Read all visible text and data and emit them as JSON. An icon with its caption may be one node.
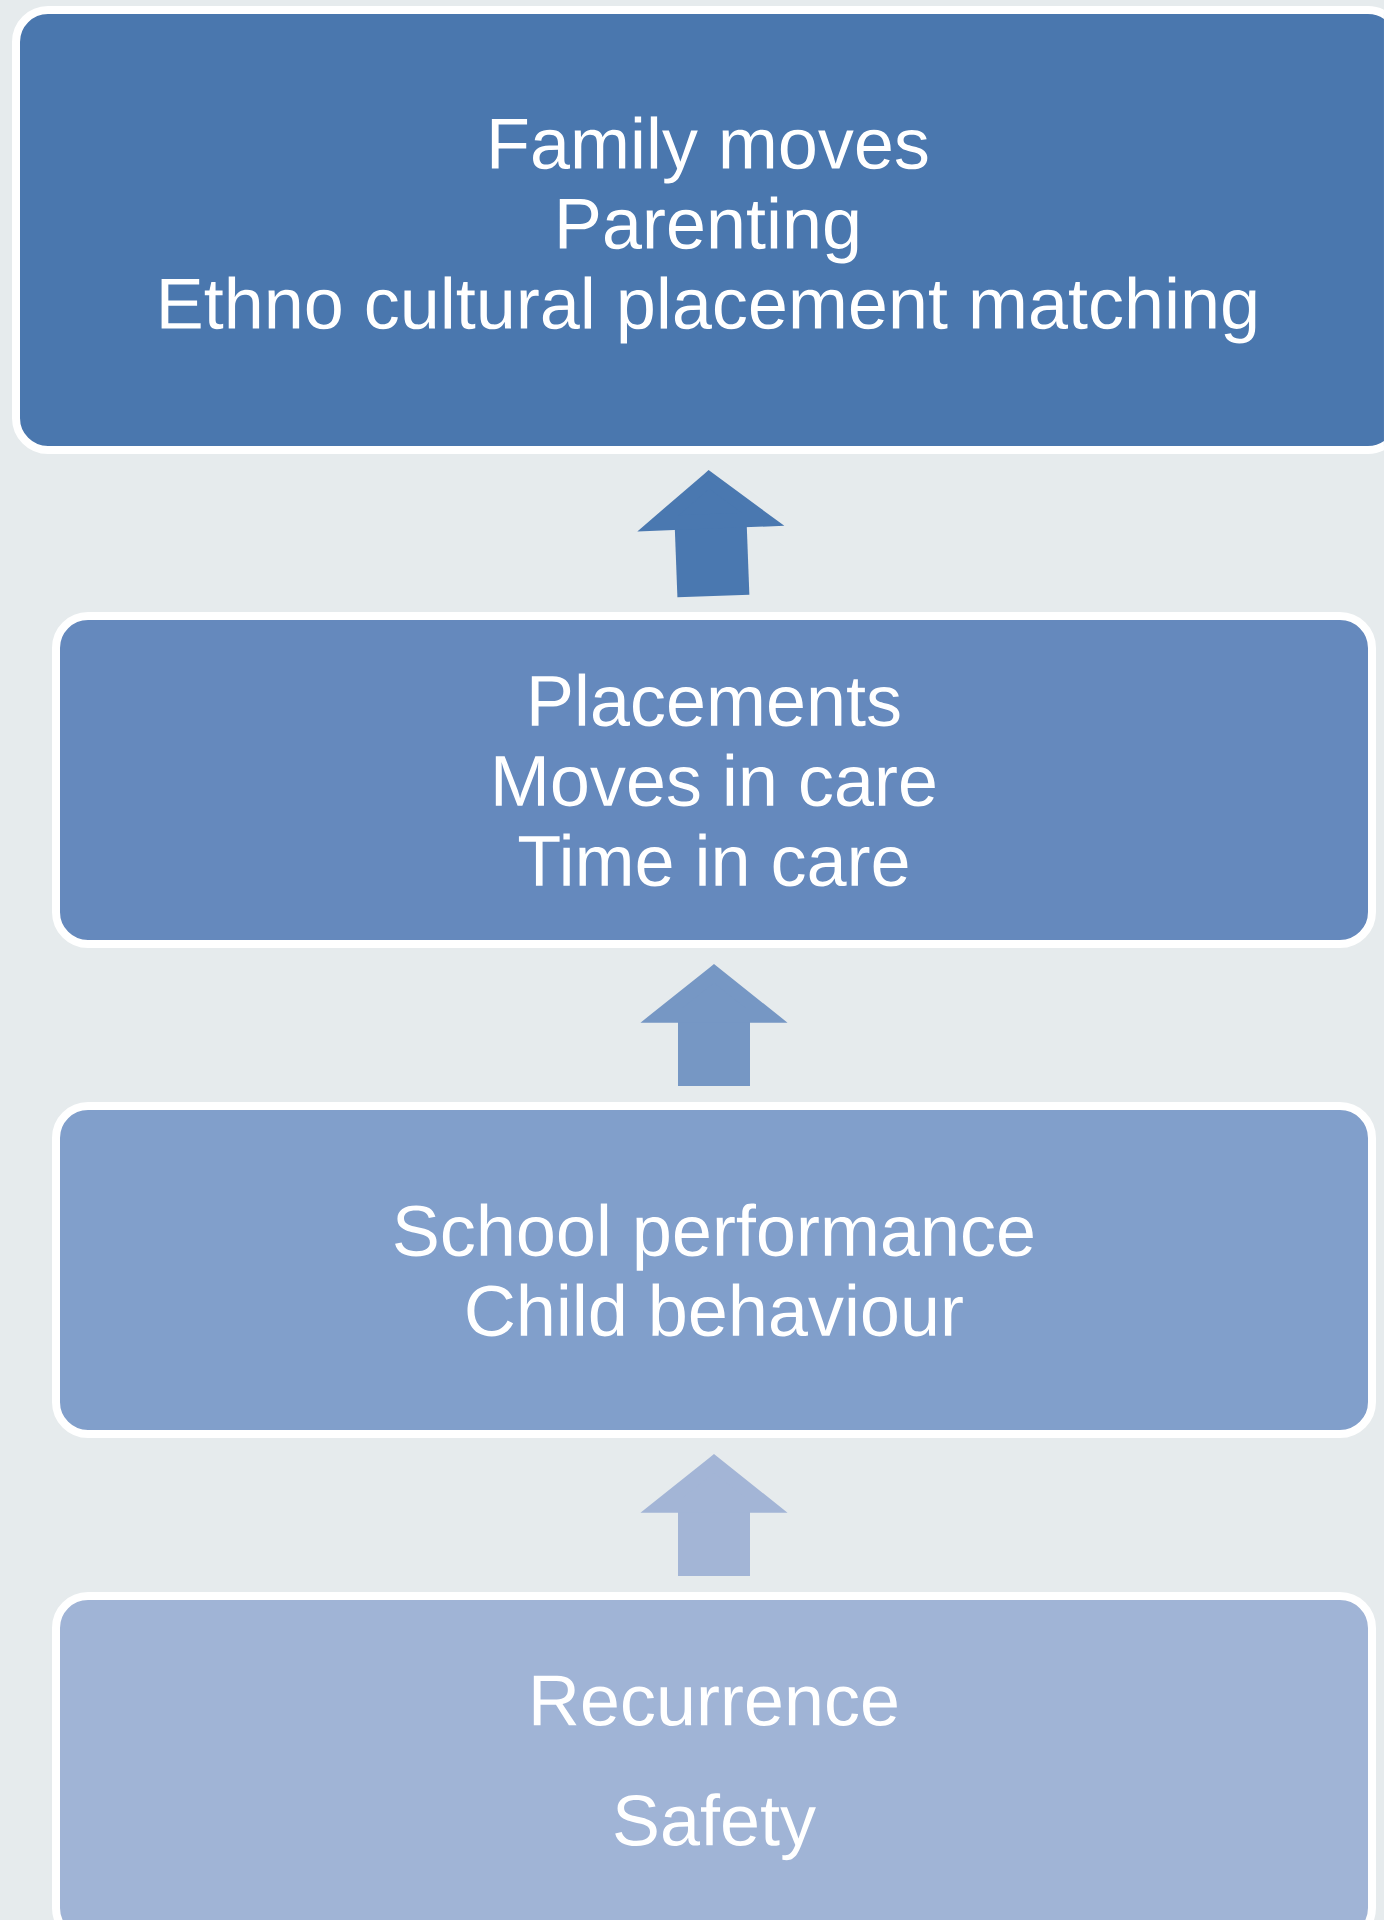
{
  "diagram": {
    "nodes": [
      {
        "text": [
          "Family moves",
          "Parenting",
          "Ethno cultural placement matching"
        ]
      },
      {
        "text": [
          "Placements",
          "Moves in care",
          "Time in care"
        ]
      },
      {
        "text": [
          "School performance",
          "Child behaviour"
        ]
      },
      {
        "text": [
          "Recurrence",
          "Safety"
        ]
      }
    ],
    "edges": [
      {
        "from": 3,
        "to": 2,
        "arrow": "to",
        "color": "#a3b5d6"
      },
      {
        "from": 2,
        "to": 1,
        "arrow": "to",
        "color": "#7697c4"
      },
      {
        "from": 1,
        "to": 0,
        "arrow": "to",
        "color": "#4a78b0"
      }
    ]
  }
}
